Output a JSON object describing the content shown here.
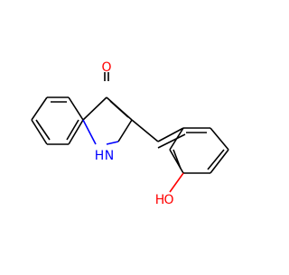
{
  "molecule": {
    "atom_labels": {
      "carbonyl_oxygen": "O",
      "ring_nitrogen": "N",
      "ring_nitrogen_hydrogen": "H",
      "phenol_oxygen": "O",
      "phenol_hydrogen": "H"
    },
    "colors": {
      "oxygen": "#ff0000",
      "nitrogen": "#0000ff",
      "carbon_bond": "#000000",
      "background": "#ffffff"
    }
  }
}
